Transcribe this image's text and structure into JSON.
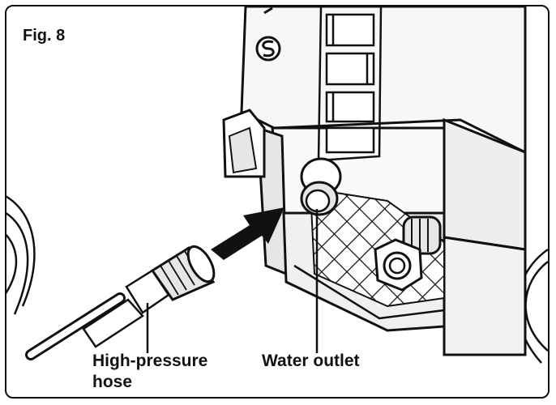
{
  "figure": {
    "label": "Fig. 8"
  },
  "callouts": {
    "hose_line1": "High-pressure",
    "hose_line2": "hose",
    "outlet": "Water outlet"
  },
  "icons": [
    "arrow-icon",
    "s-logo-icon"
  ],
  "colors": {
    "line": "#111111",
    "background": "#ffffff",
    "shade": "#e6e6e6"
  }
}
